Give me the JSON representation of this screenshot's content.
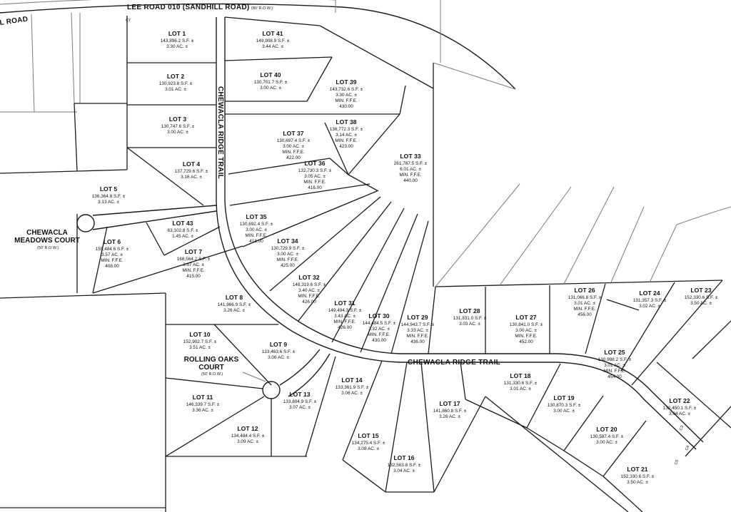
{
  "roads": {
    "lee_road": "LEE ROAD 010 (SANDHILL ROAD)",
    "lee_road_row": "(80' R.O.W.)",
    "lee_road_cut": "L ROAD",
    "chewacla_trail_vertical": "CHEWACLA RIDGE TRAIL",
    "chewacla_trail_horizontal": "CHEWACLA RIDGE TRAIL",
    "meadows_court": [
      "CHEWACLA",
      "MEADOWS COURT"
    ],
    "meadows_court_row": "(50' R.O.W.)",
    "rolling_oaks_court": [
      "ROLLING OAKS",
      "COURT"
    ],
    "rolling_oaks_court_row": "(50' R.O.W.)"
  },
  "curve_labels": [
    "C7",
    "C3",
    "C4",
    "C5"
  ],
  "lots": [
    {
      "id": "LOT 1",
      "area": "143,896.2 S.F. ±",
      "acres": "3.30 AC. ±",
      "ffe": ""
    },
    {
      "id": "LOT 2",
      "area": "130,923.8 S.F. ±",
      "acres": "3.01 AC. ±",
      "ffe": ""
    },
    {
      "id": "LOT 3",
      "area": "130,747.6 S.F. ±",
      "acres": "3.00 AC. ±",
      "ffe": ""
    },
    {
      "id": "LOT 4",
      "area": "137,729.6 S.F. ±",
      "acres": "3.16 AC. ±",
      "ffe": ""
    },
    {
      "id": "LOT 5",
      "area": "136,364.8 S.F. ±",
      "acres": "3.13 AC. ±",
      "ffe": ""
    },
    {
      "id": "LOT 6",
      "area": "155,484.6 S.F. ±",
      "acres": "3.57 AC. ±",
      "ffe": "408.00"
    },
    {
      "id": "LOT 7",
      "area": "168,564.2 S.F. ±",
      "acres": "3.87 AC. ±",
      "ffe": "415.00"
    },
    {
      "id": "LOT 8",
      "area": "141,966.9 S.F. ±",
      "acres": "3.26 AC. ±",
      "ffe": ""
    },
    {
      "id": "LOT 9",
      "area": "133,463.6 S.F. ±",
      "acres": "3.06 AC. ±",
      "ffe": ""
    },
    {
      "id": "LOT 10",
      "area": "152,902.7 S.F. ±",
      "acres": "3.51 AC. ±",
      "ffe": ""
    },
    {
      "id": "LOT 11",
      "area": "146,339.7 S.F. ±",
      "acres": "3.36 AC. ±",
      "ffe": ""
    },
    {
      "id": "LOT 12",
      "area": "134,484.4 S.F. ±",
      "acres": "3.09 AC. ±",
      "ffe": ""
    },
    {
      "id": "LOT 13",
      "area": "133,804.9 S.F. ±",
      "acres": "3.07 AC. ±",
      "ffe": ""
    },
    {
      "id": "LOT 14",
      "area": "133,361.9 S.F. ±",
      "acres": "3.06 AC. ±",
      "ffe": ""
    },
    {
      "id": "LOT 15",
      "area": "134,275.4 S.F. ±",
      "acres": "3.08 AC. ±",
      "ffe": ""
    },
    {
      "id": "LOT 16",
      "area": "132,563.8 S.F. ±",
      "acres": "3.04 AC. ±",
      "ffe": ""
    },
    {
      "id": "LOT 17",
      "area": "141,860.8 S.F. ±",
      "acres": "3.26 AC. ±",
      "ffe": ""
    },
    {
      "id": "LOT 18",
      "area": "131,330.6 S.F. ±",
      "acres": "3.01 AC. ±",
      "ffe": ""
    },
    {
      "id": "LOT 19",
      "area": "130,870.3 S.F. ±",
      "acres": "3.00 AC. ±",
      "ffe": ""
    },
    {
      "id": "LOT 20",
      "area": "130,587.4 S.F. ±",
      "acres": "3.00 AC. ±",
      "ffe": ""
    },
    {
      "id": "LOT 21",
      "area": "152,330.6 S.F. ±",
      "acres": "3.50 AC. ±",
      "ffe": ""
    },
    {
      "id": "LOT 22",
      "area": "132,450.1 S.F. ±",
      "acres": "3.04 AC. ±",
      "ffe": ""
    },
    {
      "id": "LOT 23",
      "area": "152,330.6 S.F. ±",
      "acres": "3.50 AC. ±",
      "ffe": ""
    },
    {
      "id": "LOT 24",
      "area": "131,357.3 S.F. ±",
      "acres": "3.02 AC. ±",
      "ffe": ""
    },
    {
      "id": "LOT 25",
      "area": "130,998.2 S.F. ±",
      "acres": "3.01 AC. ±",
      "ffe": "454.00"
    },
    {
      "id": "LOT 26",
      "area": "131,066.8 S.F. ±",
      "acres": "3.01 AC. ±",
      "ffe": "456.00"
    },
    {
      "id": "LOT 27",
      "area": "130,841.0 S.F. ±",
      "acres": "3.00 AC. ±",
      "ffe": "452.00"
    },
    {
      "id": "LOT 28",
      "area": "131,831.0 S.F. ±",
      "acres": "3.03 AC. ±",
      "ffe": ""
    },
    {
      "id": "LOT 29",
      "area": "144,943.7 S.F. ±",
      "acres": "3.33 AC. ±",
      "ffe": "436.00"
    },
    {
      "id": "LOT 30",
      "area": "144,484.5 S.F. ±",
      "acres": "3.32 AC. ±",
      "ffe": "430.00"
    },
    {
      "id": "LOT 31",
      "area": "149,494.3 S.F. ±",
      "acres": "3.43 AC. ±",
      "ffe": "426.00"
    },
    {
      "id": "LOT 32",
      "area": "148,319.6 S.F. ±",
      "acres": "3.40 AC. ±",
      "ffe": "426.00"
    },
    {
      "id": "LOT 33",
      "area": "261,787.5 S.F. ±",
      "acres": "6.01 AC. ±",
      "ffe": "440.00"
    },
    {
      "id": "LOT 34",
      "area": "130,729.9 S.F. ±",
      "acres": "3.00 AC. ±",
      "ffe": "425.00"
    },
    {
      "id": "LOT 35",
      "area": "130,692.4 S.F. ±",
      "acres": "3.00 AC. ±",
      "ffe": "418.00"
    },
    {
      "id": "LOT 36",
      "area": "132,730.3 S.F. ±",
      "acres": "3.05 AC. ±",
      "ffe": "416.00"
    },
    {
      "id": "LOT 37",
      "area": "130,697.4 S.F. ±",
      "acres": "3.00 AC. ±",
      "ffe": "422.00"
    },
    {
      "id": "LOT 38",
      "area": "136,772.3 S.F. ±",
      "acres": "3.14 AC. ±",
      "ffe": "423.00"
    },
    {
      "id": "LOT 39",
      "area": "143,732.6 S.F. ±",
      "acres": "3.30 AC. ±",
      "ffe": "430.00"
    },
    {
      "id": "LOT 40",
      "area": "130,701.7 S.F. ±",
      "acres": "3.00 AC. ±",
      "ffe": ""
    },
    {
      "id": "LOT 41",
      "area": "149,908.9 S.F. ±",
      "acres": "3.44 AC. ±",
      "ffe": ""
    },
    {
      "id": "LOT 43",
      "area": "63,102.8 S.F. ±",
      "acres": "1.45 AC. ±",
      "ffe": ""
    }
  ],
  "ffe_label": "MIN. F.F.E.",
  "colors": {
    "ink": "#1a1a1a",
    "paper": "#ffffff",
    "faint_line": "#7a7a7a"
  }
}
